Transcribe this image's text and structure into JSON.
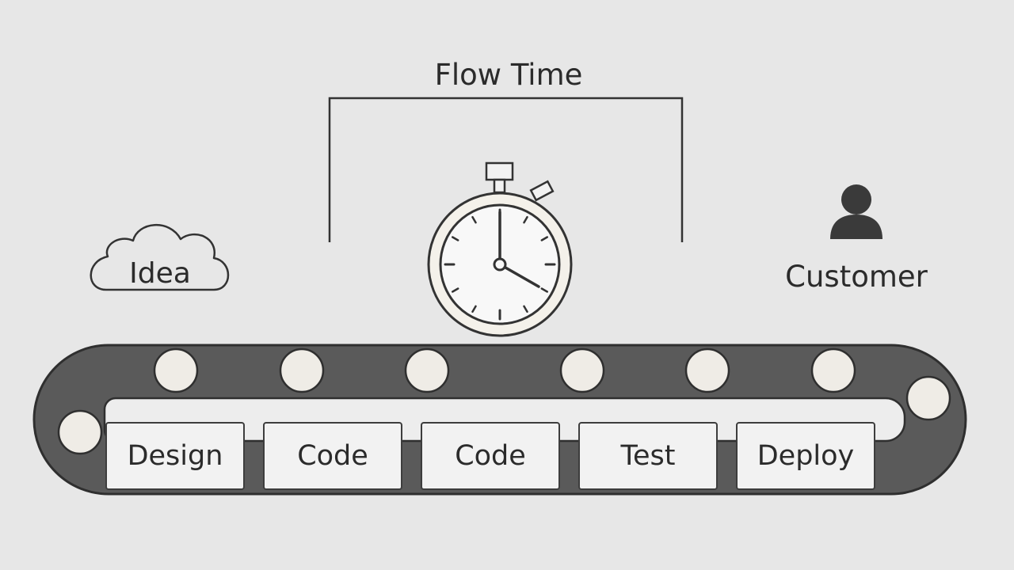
{
  "diagram": {
    "title": "Flow Time",
    "source_label": "Idea",
    "destination_label": "Customer",
    "stages": [
      "Design",
      "Code",
      "Code",
      "Test",
      "Deploy"
    ]
  },
  "icons": {
    "source": "cloud-icon",
    "timer": "stopwatch-icon",
    "destination": "person-icon"
  },
  "colors": {
    "background": "#e7e7e7",
    "belt": "#5a5a5a",
    "box_fill": "#f2f2f2",
    "roller_fill": "#efece6",
    "stroke": "#2f2f2f"
  }
}
